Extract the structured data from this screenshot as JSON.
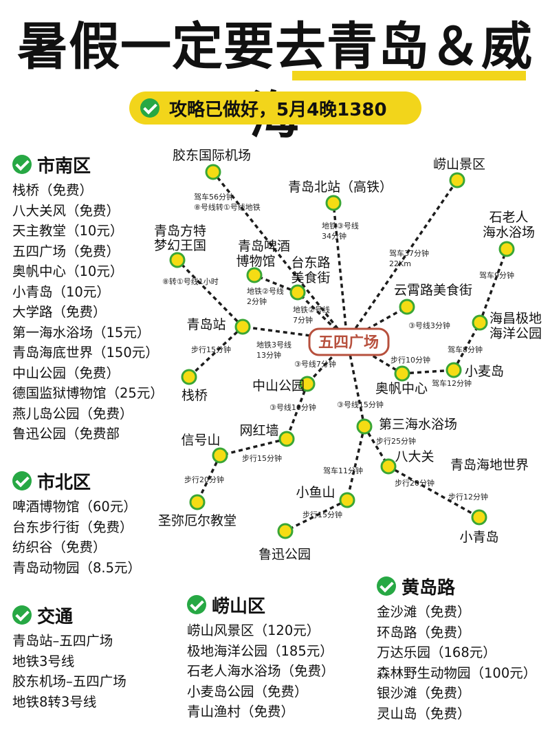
{
  "title": "暑假一定要去青岛＆威海",
  "subtitle": "攻略已做好，5月4晚1380",
  "sections": {
    "shinan": {
      "title": "市南区",
      "items": [
        "栈桥（免费）",
        "八大关风（免费）",
        "天主教堂（10元）",
        "五四广场（免费）",
        "奥帆中心（10元）",
        "小青岛（10元）",
        "大学路（免费）",
        "第一海水浴场（15元）",
        "青岛海底世界（150元）",
        "中山公园（免费）",
        "德国监狱博物馆（25元）",
        "燕儿岛公园（免费）",
        "鲁迅公园（免费部"
      ]
    },
    "shibei": {
      "title": "市北区",
      "items": [
        "啤酒博物馆（60元）",
        "台东步行街（免费）",
        "纺织谷（免费）",
        "青岛动物园（8.5元）"
      ]
    },
    "transport": {
      "title": "交通",
      "items": [
        "青岛站–五四广场",
        "地铁3号线",
        "胶东机场–五四广场",
        "地铁8转3号线"
      ]
    },
    "laoshan": {
      "title": "崂山区",
      "items": [
        "崂山风景区（120元）",
        "极地海洋公园（185元）",
        "石老人海水浴场（免费）",
        "小麦岛公园（免费）",
        "青山渔村（免费）"
      ]
    },
    "huangdao": {
      "title": "黄岛路",
      "items": [
        "金沙滩（免费）",
        "环岛路（免费）",
        "万达乐园（168元）",
        "森林野生动物园（100元）",
        "银沙滩（免费）",
        "灵山岛（免费）"
      ]
    }
  },
  "map": {
    "center": "五四广场",
    "places": {
      "airport": "胶东国际机场",
      "north_station": "青岛北站（高铁）",
      "laoshan": "崂山景区",
      "shilaoren_1": "石老人",
      "shilaoren_2": "海水浴场",
      "fantawild_1": "青岛方特",
      "fantawild_2": "梦幻王国",
      "beer_1": "青岛啤酒",
      "beer_2": "博物馆",
      "taidong_1": "台东路",
      "taidong_2": "美食街",
      "yunxiao": "云霄路美食街",
      "polar_1": "海昌极地",
      "polar_2": "海洋公园",
      "station": "青岛站",
      "xiaomai": "小麦岛",
      "zhanqiao": "栈桥",
      "zhongshan": "中山公园",
      "olympic": "奥帆中心",
      "wanghong": "网红墙",
      "third_beach": "第三海水浴场",
      "signal": "信号山",
      "badaguan": "八大关",
      "underwater": "青岛海地世界",
      "xiaoyu": "小鱼山",
      "church": "圣弥厄尔教堂",
      "luxun": "鲁迅公园",
      "xiaoqing": "小青岛"
    },
    "routes": {
      "r1": "驾车56分钟",
      "r2": "⑧号线转①号线地铁",
      "r3": "地铁③号线",
      "r4": "34分钟",
      "r5": "驾车37分钟",
      "r6": "22Km",
      "r7": "驾车9分钟",
      "r8": "⑧转①号线1小时",
      "r9": "地铁②号线",
      "r10": "2分钟",
      "r11": "地铁②号线",
      "r12": "7分钟",
      "r13": "③号线3分钟",
      "r14": "驾车8分钟",
      "r15": "步行15分钟",
      "r16": "地铁3号线",
      "r17": "13分钟",
      "r18": "步行10分钟",
      "r19": "驾车12分钟",
      "r20": "③号线7分钟",
      "r21": "③号线10分钟",
      "r22": "③号线15分钟",
      "r23": "步行15分钟",
      "r24": "步行25分钟",
      "r25": "步行20分钟",
      "r26": "驾车11分钟",
      "r27": "步行20分钟",
      "r28": "步行12分钟",
      "r29": "步行15分钟"
    }
  },
  "colors": {
    "accent_yellow": "#f2d51b",
    "node_fill": "#f5dc14",
    "node_stroke": "#3aa635",
    "check_green": "#27a844",
    "center_border": "#b7503d",
    "line_dark": "#1c1c1c"
  }
}
